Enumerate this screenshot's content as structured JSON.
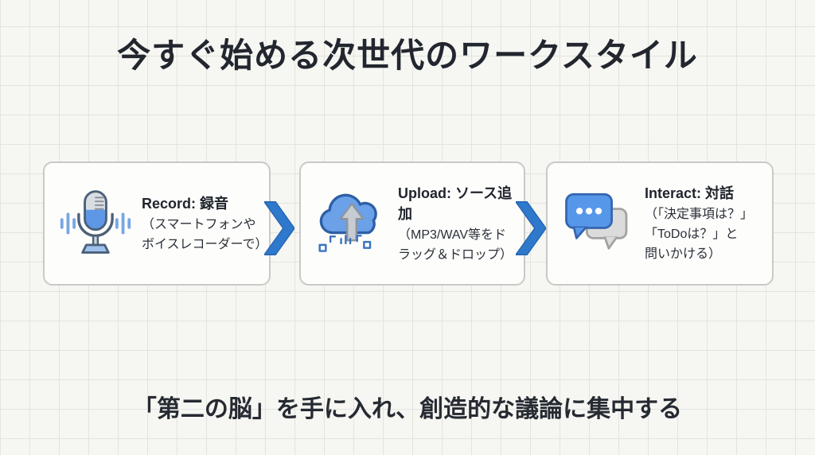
{
  "slide": {
    "title": "今すぐ始める次世代のワークスタイル",
    "footer": "「第二の脳」を手に入れ、創造的な議論に集中する"
  },
  "steps": [
    {
      "icon": "microphone-icon",
      "heading": "Record: 録音",
      "lines": [
        "（スマートフォンや",
        "ボイスレコーダーで）"
      ]
    },
    {
      "icon": "cloud-upload-icon",
      "heading": "Upload: ソース追加",
      "lines": [
        "（MP3/WAV等をド",
        "ラッグ＆ドロップ）"
      ]
    },
    {
      "icon": "chat-bubbles-icon",
      "heading": "Interact: 対話",
      "lines": [
        "（「決定事項は？」",
        "「ToDoは？」と",
        "問いかける）"
      ]
    }
  ],
  "colors": {
    "background": "#f6f6f2",
    "grid_line": "#e4e4df",
    "card_border": "#c9c9c5",
    "card_background": "#fdfdfb",
    "title_text": "#22262e",
    "body_text": "#2a2f38",
    "arrow_blue": "#2e79cb",
    "icon_blue_fill": "#5d97e6",
    "icon_blue_outline": "#35629f",
    "icon_gray_fill": "#d9dbde"
  }
}
